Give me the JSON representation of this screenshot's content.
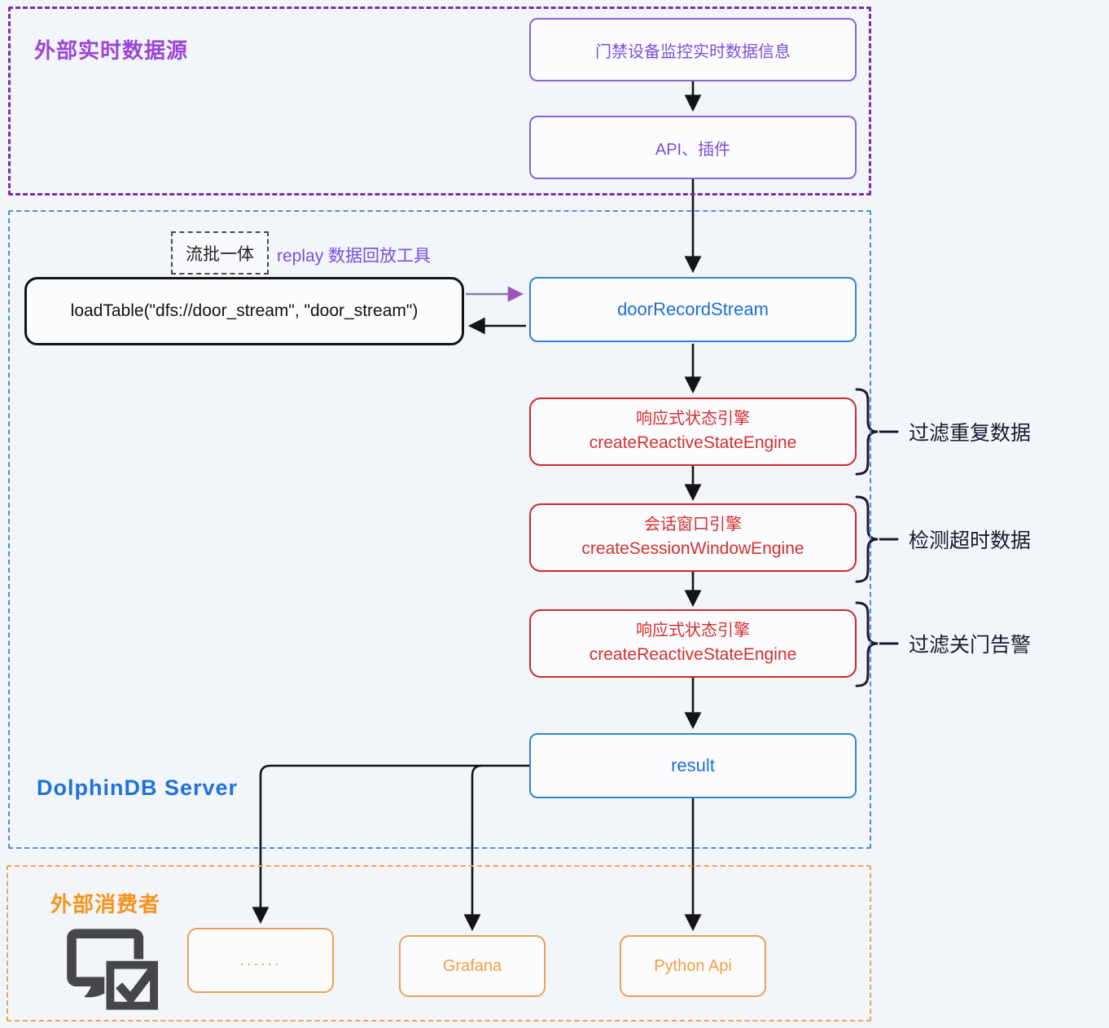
{
  "colors": {
    "background": "#f2f5fa",
    "purple_container_border": "#7b2fa8",
    "purple_node_border": "#8a63d6",
    "purple_text": "#9a45d8",
    "blue_container_border": "#4a90d8",
    "blue_node_border": "#2d86d8",
    "blue_text": "#1d72dd",
    "red_node": "#d43030",
    "orange_container_border": "#f0a355",
    "orange_text": "#f5941e",
    "arrow_black": "#141414",
    "arrow_purple": "#9a55b8",
    "icon_gray": "#47474b"
  },
  "external_source": {
    "label": "外部实时数据源",
    "node_monitor": "门禁设备监控实时数据信息",
    "node_api": "API、插件"
  },
  "server": {
    "label": "DolphinDB Server",
    "stream_batch_tag": "流批一体",
    "replay_label": "replay 数据回放工具",
    "load_table": "loadTable(\"dfs://door_stream\", \"door_stream\")",
    "stream_table": "doorRecordStream",
    "engines": [
      {
        "title": "响应式状态引擎",
        "func": "createReactiveStateEngine",
        "annotation": "过滤重复数据"
      },
      {
        "title": "会话窗口引擎",
        "func": "createSessionWindowEngine",
        "annotation": "检测超时数据"
      },
      {
        "title": "响应式状态引擎",
        "func": "createReactiveStateEngine",
        "annotation": "过滤关门告警"
      }
    ],
    "result": "result"
  },
  "consumers": {
    "label": "外部消费者",
    "icon": "monitor-check-icon",
    "items": [
      "......",
      "Grafana",
      "Python Api"
    ]
  }
}
